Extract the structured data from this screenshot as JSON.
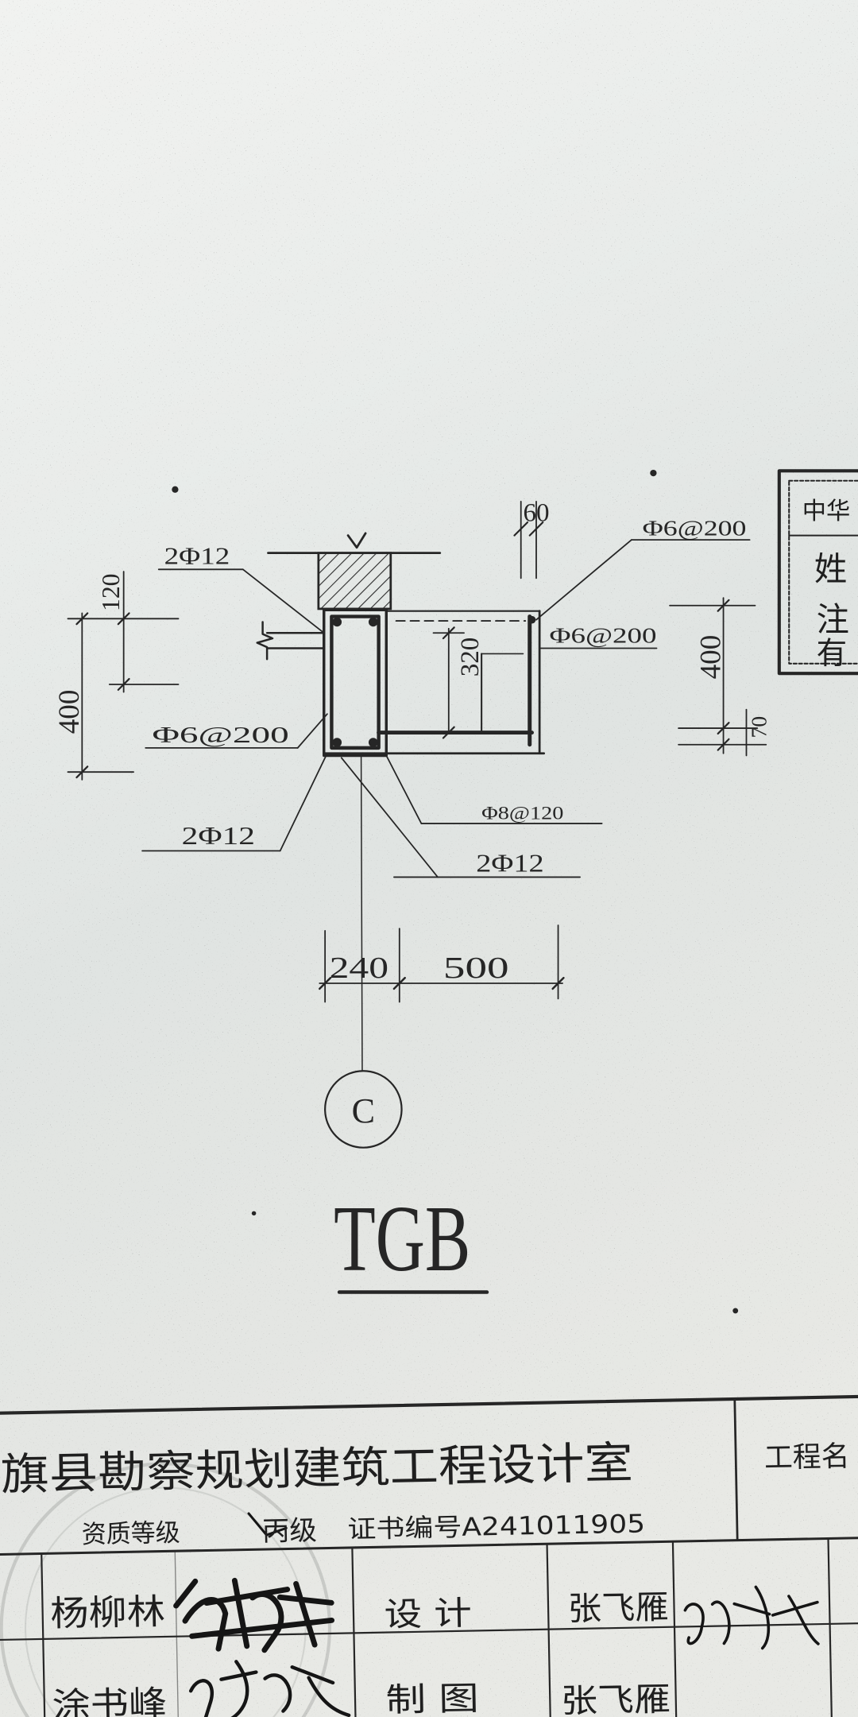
{
  "drawing": {
    "title": "TGB",
    "axis_label": "C",
    "dimensions": {
      "top_60": "60",
      "left_120": "120",
      "left_400": "400",
      "inner_320": "320",
      "right_400": "400",
      "right_70": "70",
      "bottom_240": "240",
      "bottom_500": "500"
    },
    "rebar_labels": {
      "top_left_bars": "2Φ12",
      "top_right_stirrup": "Φ6@200",
      "right_stirrup": "Φ6@200",
      "left_stirrup": "Φ6@200",
      "left_bottom_bars": "2Φ12",
      "bottom_stirrup": "Φ8@120",
      "bottom_bars": "2Φ12"
    }
  },
  "engineer_stamp": {
    "header": "中华",
    "line_1": "姓",
    "line_2": "注",
    "line_3": "有"
  },
  "title_block": {
    "company": "旗县勘察规划建筑工程设计室",
    "qualification_label": "资质等级",
    "qualification_value": "丙级",
    "certificate": "证书编号A241011905",
    "project_name_label": "工程名",
    "rows": [
      {
        "name": "杨柳林",
        "role": "设 计",
        "person": "张飞雁"
      },
      {
        "name": "涂书峰",
        "role": "制 图",
        "person": "张飞雁"
      }
    ]
  },
  "colors": {
    "ink": "#262626",
    "paper": "#e8ebe9"
  }
}
